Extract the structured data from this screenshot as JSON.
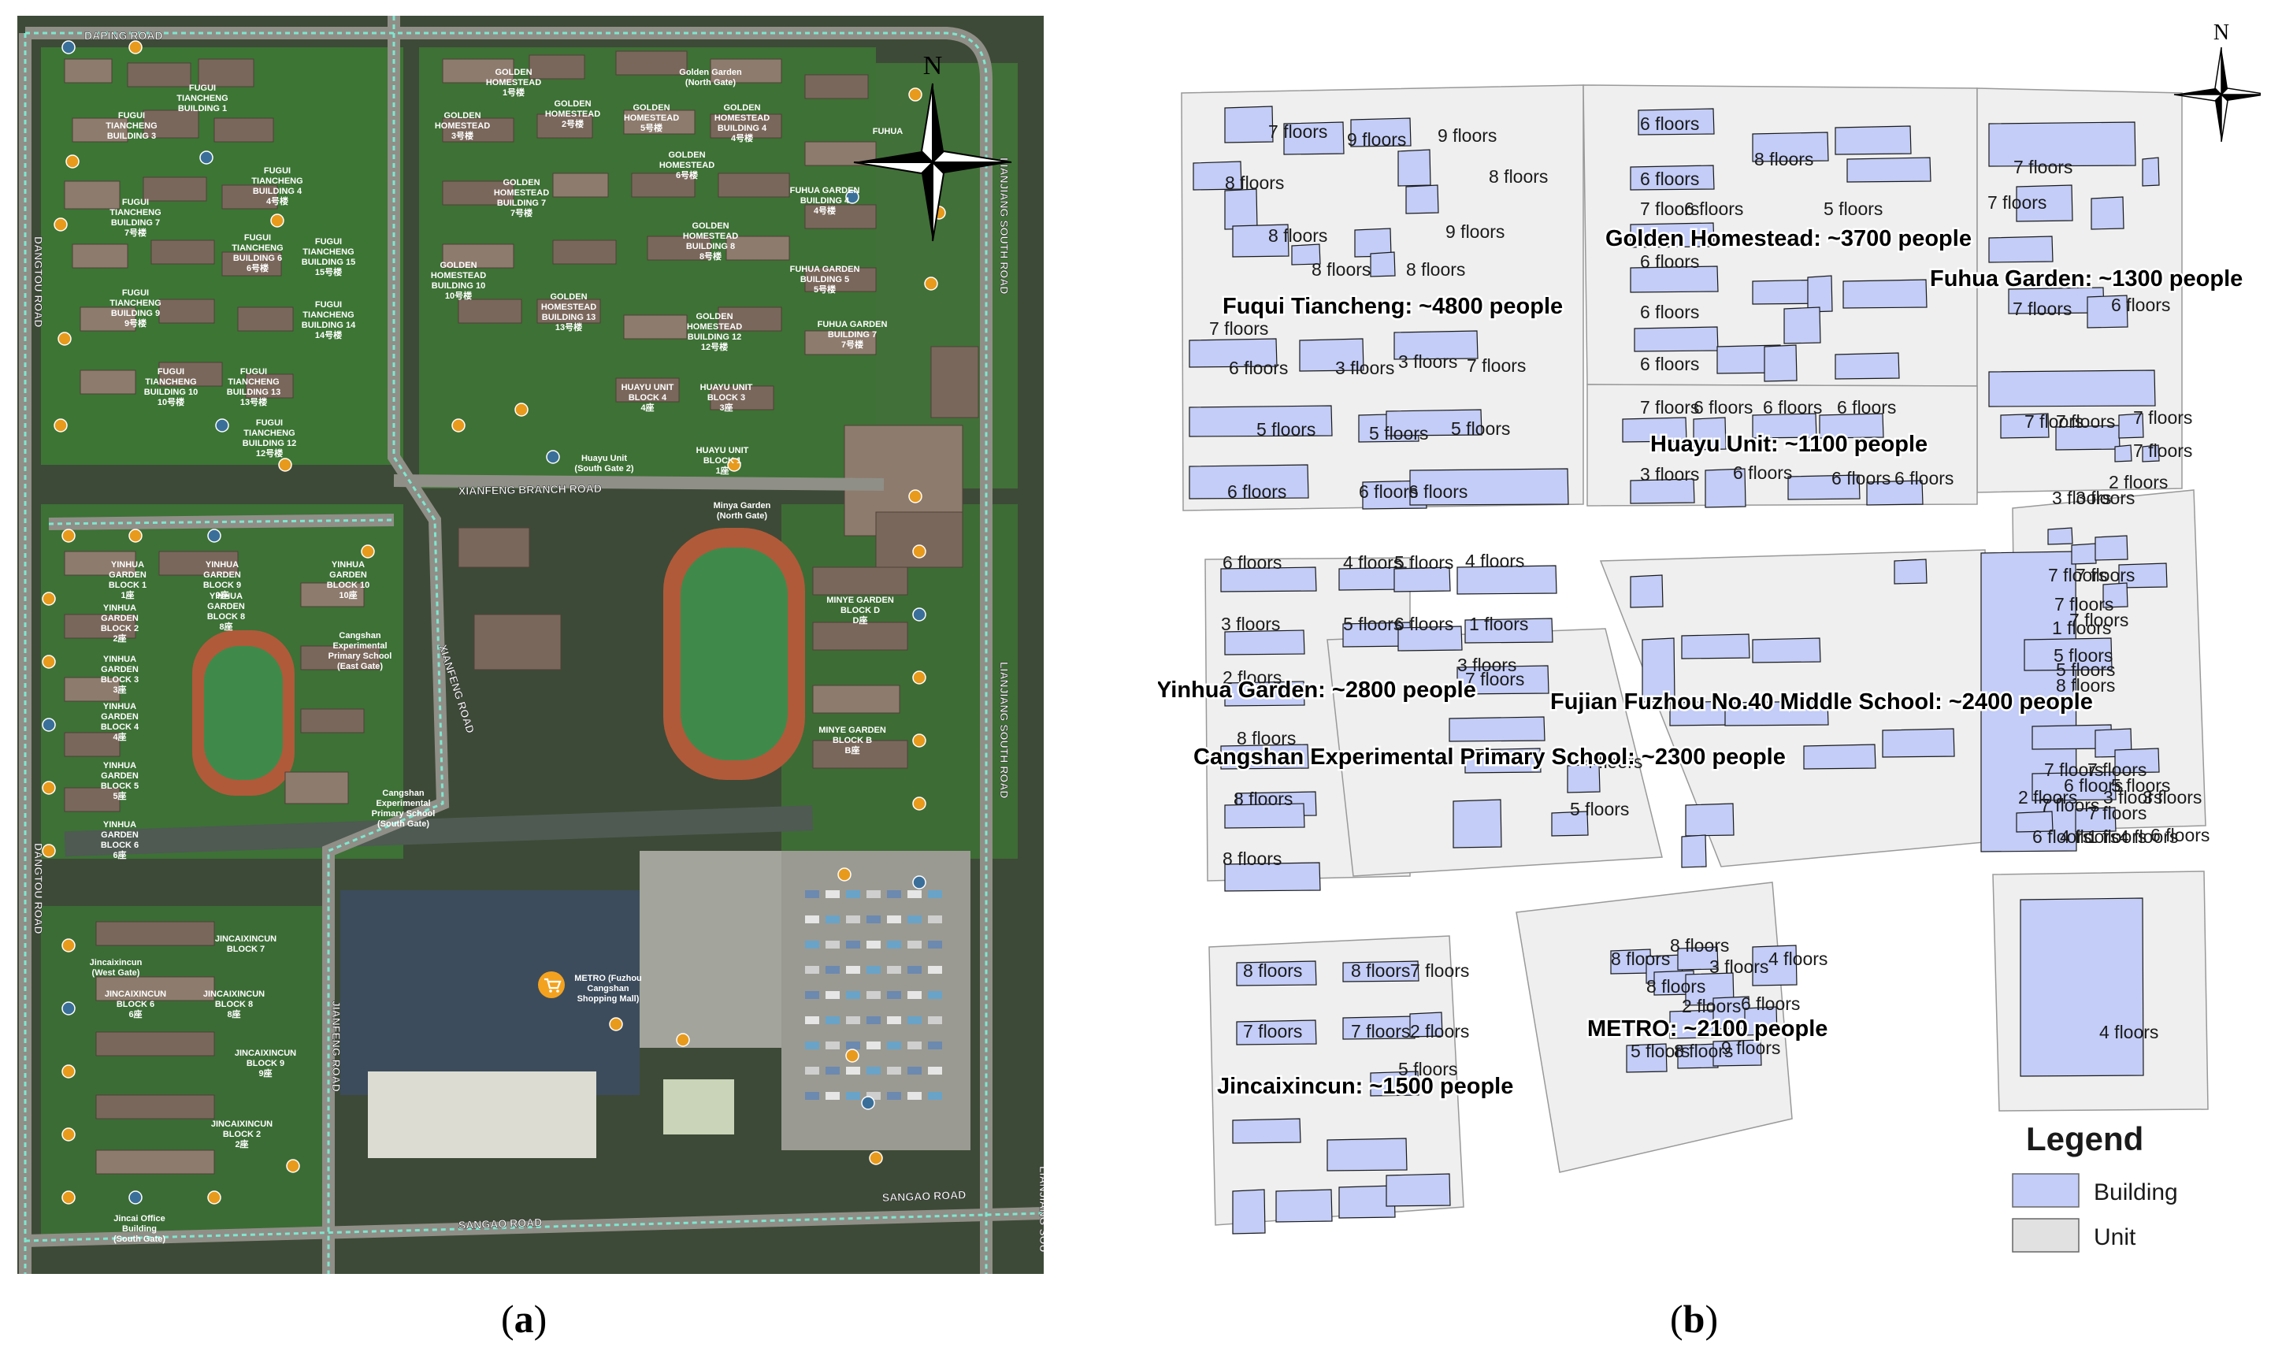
{
  "panels": {
    "a": {
      "label_open": "(",
      "label_letter": "a",
      "label_close": ")"
    },
    "b": {
      "label_open": "(",
      "label_letter": "b",
      "label_close": ")"
    }
  },
  "colors": {
    "building": "#c3cdf7",
    "building_stroke": "#1a1a1a",
    "unit": "#efefef",
    "unit_stroke": "#999999",
    "satellite_ground": "#3d4a37",
    "vegetation": "#3c7d34",
    "roof": "#7a675b",
    "road": "#8f8f87",
    "road_dash": "#7fe6cf",
    "track": "#b05a3a",
    "field": "#3f8a4b",
    "poi": "#e89a1c"
  },
  "satellite": {
    "compass_letter": "N",
    "poi_icons": [
      "restaurant-icon",
      "shopping-cart-icon",
      "parking-icon",
      "bus-stop-icon",
      "gate-icon"
    ],
    "road_labels": [
      {
        "id": "daping",
        "text": "DAPING ROAD"
      },
      {
        "id": "xianfeng-branch",
        "text": "XIANFENG BRANCH ROAD"
      },
      {
        "id": "xianfeng",
        "text": "XIANFENG ROAD"
      },
      {
        "id": "lianjiang-1",
        "text": "LIANJIANG SOUTH ROAD"
      },
      {
        "id": "lianjiang-2",
        "text": "LIANJIANG SOUTH ROAD"
      },
      {
        "id": "lianjiang-3",
        "text": "LIANJIANG SOU"
      },
      {
        "id": "sangao",
        "text": "SANGAO ROAD"
      },
      {
        "id": "sangao-2",
        "text": "SANGAO ROAD"
      },
      {
        "id": "dangtou-1",
        "text": "DANGTOU ROAD"
      },
      {
        "id": "dangtou-2",
        "text": "DANGTOU ROAD"
      },
      {
        "id": "jianfeng",
        "text": "JIANFENG ROAD"
      }
    ],
    "place_labels": [
      {
        "id": "fuhua",
        "lines": [
          "FUHUA"
        ]
      },
      {
        "id": "ft-bldg1",
        "lines": [
          "FUGUI",
          "TIANCHENG",
          "BUILDING 1"
        ]
      },
      {
        "id": "ft-bldg3",
        "lines": [
          "FUGUI",
          "TIANCHENG",
          "BUILDING 3"
        ]
      },
      {
        "id": "ft-bldg4",
        "lines": [
          "FUGUI",
          "TIANCHENG",
          "BUILDING 4",
          "4号楼"
        ]
      },
      {
        "id": "ft-bldg7",
        "lines": [
          "FUGUI",
          "TIANCHENG",
          "BUILDING 7",
          "7号楼"
        ]
      },
      {
        "id": "ft-bldg6",
        "lines": [
          "FUGUI",
          "TIANCHENG",
          "BUILDING 6",
          "6号楼"
        ]
      },
      {
        "id": "ft-bldg15",
        "lines": [
          "FUGUI",
          "TIANCHENG",
          "BUILDING 15",
          "15号楼"
        ]
      },
      {
        "id": "ft-bldg9",
        "lines": [
          "FUGUI",
          "TIANCHENG",
          "BUILDING 9",
          "9号楼"
        ]
      },
      {
        "id": "ft-bldg14",
        "lines": [
          "FUGUI",
          "TIANCHENG",
          "BUILDING 14",
          "14号楼"
        ]
      },
      {
        "id": "ft-bldg10",
        "lines": [
          "FUGUI",
          "TIANCHENG",
          "BUILDING 10",
          "10号楼"
        ]
      },
      {
        "id": "ft-bldg13",
        "lines": [
          "FUGUI",
          "TIANCHENG",
          "BUILDING 13",
          "13号楼"
        ]
      },
      {
        "id": "ft-bldg12",
        "lines": [
          "FUGUI",
          "TIANCHENG",
          "BUILDING 12",
          "12号楼"
        ]
      },
      {
        "id": "gh-bldg1",
        "lines": [
          "GOLDEN",
          "HOMESTEAD",
          "1号楼"
        ]
      },
      {
        "id": "gh-bldg3",
        "lines": [
          "GOLDEN",
          "HOMESTEAD",
          "3号楼"
        ]
      },
      {
        "id": "gh-bldg2",
        "lines": [
          "GOLDEN",
          "HOMESTEAD",
          "2号楼"
        ]
      },
      {
        "id": "gh-bldg5",
        "lines": [
          "GOLDEN",
          "HOMESTEAD",
          "5号楼"
        ]
      },
      {
        "id": "gh-bldg7",
        "lines": [
          "GOLDEN",
          "HOMESTEAD",
          "BUILDING 7",
          "7号楼"
        ]
      },
      {
        "id": "gh-bldg6",
        "lines": [
          "GOLDEN",
          "HOMESTEAD",
          "6号楼"
        ]
      },
      {
        "id": "gh-bldg8",
        "lines": [
          "GOLDEN",
          "HOMESTEAD",
          "BUILDING 8",
          "8号楼"
        ]
      },
      {
        "id": "gh-bldg10",
        "lines": [
          "GOLDEN",
          "HOMESTEAD",
          "BUILDING 10",
          "10号楼"
        ]
      },
      {
        "id": "gh-bldg13",
        "lines": [
          "GOLDEN",
          "HOMESTEAD",
          "BUILDING 13",
          "13号楼"
        ]
      },
      {
        "id": "gh-bldg12",
        "lines": [
          "GOLDEN",
          "HOMESTEAD",
          "BUILDING 12",
          "12号楼"
        ]
      },
      {
        "id": "gg-north",
        "lines": [
          "Golden Garden",
          "(North Gate)"
        ]
      },
      {
        "id": "gg-bldg4",
        "lines": [
          "GOLDEN",
          "HOMESTEAD",
          "BUILDING 4",
          "4号楼"
        ]
      },
      {
        "id": "fg-bldg4",
        "lines": [
          "FUHUA GARDEN",
          "BUILDING 4",
          "4号楼"
        ]
      },
      {
        "id": "fg-bldg5",
        "lines": [
          "FUHUA GARDEN",
          "BUILDING 5",
          "5号楼"
        ]
      },
      {
        "id": "fg-bldg7",
        "lines": [
          "FUHUA GARDEN",
          "BUILDING 7",
          "7号楼"
        ]
      },
      {
        "id": "hu-block4",
        "lines": [
          "HUAYU UNIT",
          "BLOCK 4",
          "4座"
        ]
      },
      {
        "id": "hu-block3",
        "lines": [
          "HUAYU UNIT",
          "BLOCK 3",
          "3座"
        ]
      },
      {
        "id": "hu-block1",
        "lines": [
          "HUAYU UNIT",
          "BLOCK 1",
          "1座"
        ]
      },
      {
        "id": "hu-gate2",
        "lines": [
          "Huayu Unit",
          "(South Gate 2)"
        ]
      },
      {
        "id": "minya-north",
        "lines": [
          "Minya Garden",
          "(North Gate)"
        ]
      },
      {
        "id": "yh-block1",
        "lines": [
          "YINHUA",
          "GARDEN",
          "BLOCK 1",
          "1座"
        ]
      },
      {
        "id": "yh-block9",
        "lines": [
          "YINHUA",
          "GARDEN",
          "BLOCK 9",
          "9座"
        ]
      },
      {
        "id": "yh-block10",
        "lines": [
          "YINHUA",
          "GARDEN",
          "BLOCK 10",
          "10座"
        ]
      },
      {
        "id": "yh-block2",
        "lines": [
          "YINHUA",
          "GARDEN",
          "BLOCK 2",
          "2座"
        ]
      },
      {
        "id": "yh-block8",
        "lines": [
          "YINHUA",
          "GARDEN",
          "BLOCK 8",
          "8座"
        ]
      },
      {
        "id": "yh-block3",
        "lines": [
          "YINHUA",
          "GARDEN",
          "BLOCK 3",
          "3座"
        ]
      },
      {
        "id": "yh-block4",
        "lines": [
          "YINHUA",
          "GARDEN",
          "BLOCK 4",
          "4座"
        ]
      },
      {
        "id": "yh-block5",
        "lines": [
          "YINHUA",
          "GARDEN",
          "BLOCK 5",
          "5座"
        ]
      },
      {
        "id": "yh-block6",
        "lines": [
          "YINHUA",
          "GARDEN",
          "BLOCK 6",
          "6座"
        ]
      },
      {
        "id": "cep-east",
        "lines": [
          "Cangshan",
          "Experimental",
          "Primary School",
          "(East Gate)"
        ]
      },
      {
        "id": "cep-south",
        "lines": [
          "Cangshan",
          "Experimental",
          "Primary School",
          "(South Gate)"
        ]
      },
      {
        "id": "mg-blockd",
        "lines": [
          "MINYE GARDEN",
          "BLOCK D",
          "D座"
        ]
      },
      {
        "id": "mg-blockb",
        "lines": [
          "MINYE GARDEN",
          "BLOCK B",
          "B座"
        ]
      },
      {
        "id": "jc-block7",
        "lines": [
          "JINCAIXINCUN",
          "BLOCK 7"
        ]
      },
      {
        "id": "jc-west",
        "lines": [
          "Jincaixincun",
          "(West Gate)"
        ]
      },
      {
        "id": "jc-block6",
        "lines": [
          "JINCAIXINCUN",
          "BLOCK 6",
          "6座"
        ]
      },
      {
        "id": "jc-block8",
        "lines": [
          "JINCAIXINCUN",
          "BLOCK 8",
          "8座"
        ]
      },
      {
        "id": "jc-block9",
        "lines": [
          "JINCAIXINCUN",
          "BLOCK 9",
          "9座"
        ]
      },
      {
        "id": "jc-block2",
        "lines": [
          "JINCAIXINCUN",
          "BLOCK 2",
          "2座"
        ]
      },
      {
        "id": "jc-office",
        "lines": [
          "Jincai Office",
          "Building",
          "(South Gate)"
        ]
      },
      {
        "id": "metro",
        "lines": [
          "METRO (Fuzhou",
          "Cangshan",
          "Shopping Mall)"
        ]
      }
    ]
  },
  "map": {
    "compass_letter": "N",
    "legend": {
      "title": "Legend",
      "items": [
        {
          "id": "building",
          "label": "Building"
        },
        {
          "id": "unit",
          "label": "Unit"
        }
      ]
    },
    "units": [
      {
        "id": "fuqui-tiancheng",
        "name": "Fuqui Tiancheng: ~4800 people"
      },
      {
        "id": "golden-homestead",
        "name": "Golden Homestead: ~3700 people"
      },
      {
        "id": "fuhua-garden",
        "name": "Fuhua Garden: ~1300 people"
      },
      {
        "id": "huayu-unit",
        "name": "Huayu Unit: ~1100 people"
      },
      {
        "id": "yinhua-garden",
        "name": "Yinhua Garden: ~2800 people"
      },
      {
        "id": "fujian-fuzhou-no40",
        "name": "Fujian Fuzhou No.40 Middle School: ~2400 people"
      },
      {
        "id": "cangshan-experimental",
        "name": "Cangshan Experimental Primary School: ~2300 people"
      },
      {
        "id": "metro",
        "name": "METRO: ~2100 people"
      },
      {
        "id": "jincaixincun",
        "name": "Jincaixincun: ~1500 people"
      }
    ],
    "floor_labels": [
      "7 floors",
      "9 floors",
      "9 floors",
      "8 floors",
      "8 floors",
      "8 floors",
      "9 floors",
      "8 floors",
      "8 floors",
      "7 floors",
      "6 floors",
      "3 floors",
      "3 floors",
      "7 floors",
      "5 floors",
      "5 floors",
      "5 floors",
      "6 floors",
      "6 floors",
      "6 floors",
      "6 floors",
      "8 floors",
      "6 floors",
      "7 floors",
      "5 floors",
      "6 floors",
      "6 floors",
      "6 floors",
      "6 floors",
      "7 floors",
      "6 floors",
      "6 floors",
      "6 floors",
      "3 floors",
      "6 floors",
      "6 floors",
      "6 floors",
      "7 floors",
      "7 floors",
      "7 floors",
      "6 floors",
      "7 floors",
      "7 floors",
      "7 floors",
      "7 floors",
      "2 floors",
      "3 floors",
      "3 floors",
      "7 floors",
      "7 floors",
      "7 floors",
      "7 floors",
      "1 floors",
      "5 floors",
      "5 floors",
      "8 floors",
      "7 floors",
      "7 floors",
      "6 floors",
      "5 floors",
      "7 floors",
      "6 floors",
      "1 floors",
      "6 floors",
      "2 floors",
      "3 floors",
      "3 floors",
      "4 floors",
      "4 floors",
      "7 floors",
      "6 floors",
      "4 floors",
      "5 floors",
      "4 floors",
      "3 floors",
      "5 floors",
      "6 floors",
      "1 floors",
      "2 floors",
      "7 floors",
      "8 floors",
      "8 floors",
      "8 floors",
      "3 floors",
      "4 floors",
      "5 floors",
      "4 floors",
      "8 floors",
      "8 floors",
      "8 floors",
      "3 floors",
      "4 floors",
      "2 floors",
      "6 floors",
      "5 floors",
      "8 floors",
      "9 floors",
      "8 floors",
      "8 floors",
      "7 floors",
      "7 floors",
      "7 floors",
      "2 floors",
      "5 floors"
    ]
  }
}
